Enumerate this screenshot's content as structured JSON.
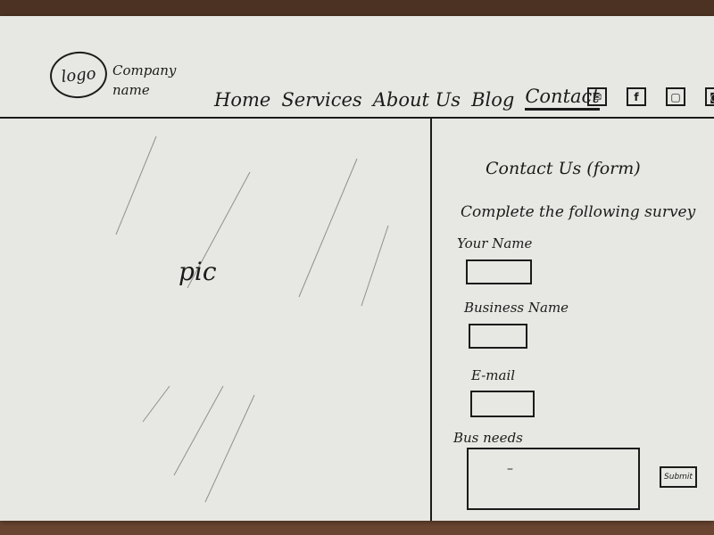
{
  "header": {
    "logo_text": "logo",
    "company_name": "Company name",
    "nav": [
      {
        "label": "Home"
      },
      {
        "label": "Services"
      },
      {
        "label": "About Us"
      },
      {
        "label": "Blog"
      },
      {
        "label": "Contact",
        "active": true
      }
    ],
    "social_icons": [
      "mail-icon",
      "facebook-icon",
      "linkedin-icon",
      "instagram-icon"
    ],
    "social_glyphs": [
      "✉",
      "f",
      "▢",
      "◙"
    ]
  },
  "picture": {
    "label": "pic"
  },
  "form": {
    "title": "Contact Us (form)",
    "subtitle": "Complete the following survey",
    "fields": [
      {
        "label": "Your Name"
      },
      {
        "label": "Business Name"
      },
      {
        "label": "E-mail"
      },
      {
        "label": "Bus needs"
      }
    ],
    "textarea_mark": "–",
    "submit_label": "Submit"
  }
}
